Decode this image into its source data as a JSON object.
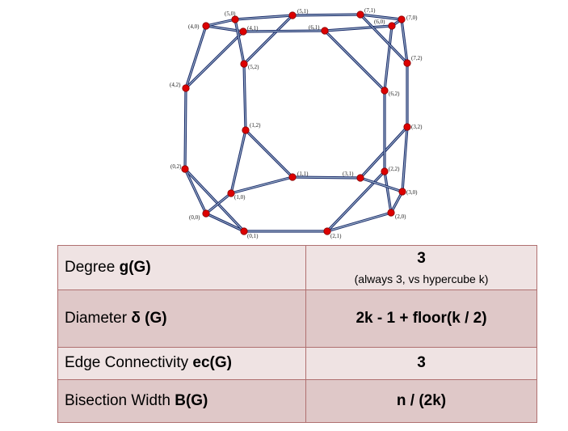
{
  "graph": {
    "nodes": [
      {
        "id": "(0,0)",
        "label": "(0,0)"
      },
      {
        "id": "(0,1)",
        "label": "(0,1)"
      },
      {
        "id": "(0,2)",
        "label": "(0,2)"
      },
      {
        "id": "(1,0)",
        "label": "(1,0)"
      },
      {
        "id": "(1,1)",
        "label": "(1,1)"
      },
      {
        "id": "(1,2)",
        "label": "(1,2)"
      },
      {
        "id": "(2,0)",
        "label": "(2,0)"
      },
      {
        "id": "(2,1)",
        "label": "(2,1)"
      },
      {
        "id": "(2,2)",
        "label": "(2,2)"
      },
      {
        "id": "(3,0)",
        "label": "(3,0)"
      },
      {
        "id": "(3,1)",
        "label": "(3,1)"
      },
      {
        "id": "(3,2)",
        "label": "(3,2)"
      },
      {
        "id": "(4,0)",
        "label": "(4,0)"
      },
      {
        "id": "(4,1)",
        "label": "(4,1)"
      },
      {
        "id": "(4,2)",
        "label": "(4,2)"
      },
      {
        "id": "(5,0)",
        "label": "(5,0)"
      },
      {
        "id": "(5,1)",
        "label": "(5,1)"
      },
      {
        "id": "(5,2)",
        "label": "(5,2)"
      },
      {
        "id": "(6,0)",
        "label": "(6,0)"
      },
      {
        "id": "(6,1)",
        "label": "(6,1)"
      },
      {
        "id": "(6,2)",
        "label": "(6,2)"
      },
      {
        "id": "(7,0)",
        "label": "(7,0)"
      },
      {
        "id": "(7,1)",
        "label": "(7,1)"
      },
      {
        "id": "(7,2)",
        "label": "(7,2)"
      }
    ],
    "edges": [
      [
        "(0,0)",
        "(0,1)"
      ],
      [
        "(0,1)",
        "(0,2)"
      ],
      [
        "(0,2)",
        "(0,0)"
      ],
      [
        "(1,0)",
        "(1,1)"
      ],
      [
        "(1,1)",
        "(1,2)"
      ],
      [
        "(1,2)",
        "(1,0)"
      ],
      [
        "(2,0)",
        "(2,1)"
      ],
      [
        "(2,1)",
        "(2,2)"
      ],
      [
        "(2,2)",
        "(2,0)"
      ],
      [
        "(3,0)",
        "(3,1)"
      ],
      [
        "(3,1)",
        "(3,2)"
      ],
      [
        "(3,2)",
        "(3,0)"
      ],
      [
        "(4,0)",
        "(4,1)"
      ],
      [
        "(4,1)",
        "(4,2)"
      ],
      [
        "(4,2)",
        "(4,0)"
      ],
      [
        "(5,0)",
        "(5,1)"
      ],
      [
        "(5,1)",
        "(5,2)"
      ],
      [
        "(5,2)",
        "(5,0)"
      ],
      [
        "(6,0)",
        "(6,1)"
      ],
      [
        "(6,1)",
        "(6,2)"
      ],
      [
        "(6,2)",
        "(6,0)"
      ],
      [
        "(7,0)",
        "(7,1)"
      ],
      [
        "(7,1)",
        "(7,2)"
      ],
      [
        "(7,2)",
        "(7,0)"
      ],
      [
        "(0,0)",
        "(1,0)"
      ],
      [
        "(2,0)",
        "(3,0)"
      ],
      [
        "(4,0)",
        "(5,0)"
      ],
      [
        "(6,0)",
        "(7,0)"
      ],
      [
        "(0,1)",
        "(2,1)"
      ],
      [
        "(1,1)",
        "(3,1)"
      ],
      [
        "(4,1)",
        "(6,1)"
      ],
      [
        "(5,1)",
        "(7,1)"
      ],
      [
        "(0,2)",
        "(4,2)"
      ],
      [
        "(1,2)",
        "(5,2)"
      ],
      [
        "(2,2)",
        "(6,2)"
      ],
      [
        "(3,2)",
        "(7,2)"
      ]
    ]
  },
  "table": {
    "rows": [
      {
        "label_prefix": "Degree ",
        "label_bold": "g(G)",
        "value": "3",
        "value_note": "(always 3, vs hypercube k)"
      },
      {
        "label_prefix": "Diameter ",
        "label_bold": "δ (G)",
        "value": "2k - 1 + floor(k / 2)"
      },
      {
        "label_prefix": "Edge Connectivity ",
        "label_bold": "ec(G)",
        "value": "3"
      },
      {
        "label_prefix": "Bisection Width ",
        "label_bold": "B(G)",
        "value": "n / (2k)"
      }
    ]
  },
  "colors": {
    "node_fill": "#dd0000",
    "node_stroke": "#880000",
    "edge_outer": "#1a2a6a",
    "edge_inner": "#9ab0c8",
    "table_border": "#b07070",
    "row_light": "#efe3e3",
    "row_dark": "#dfc8c8"
  }
}
